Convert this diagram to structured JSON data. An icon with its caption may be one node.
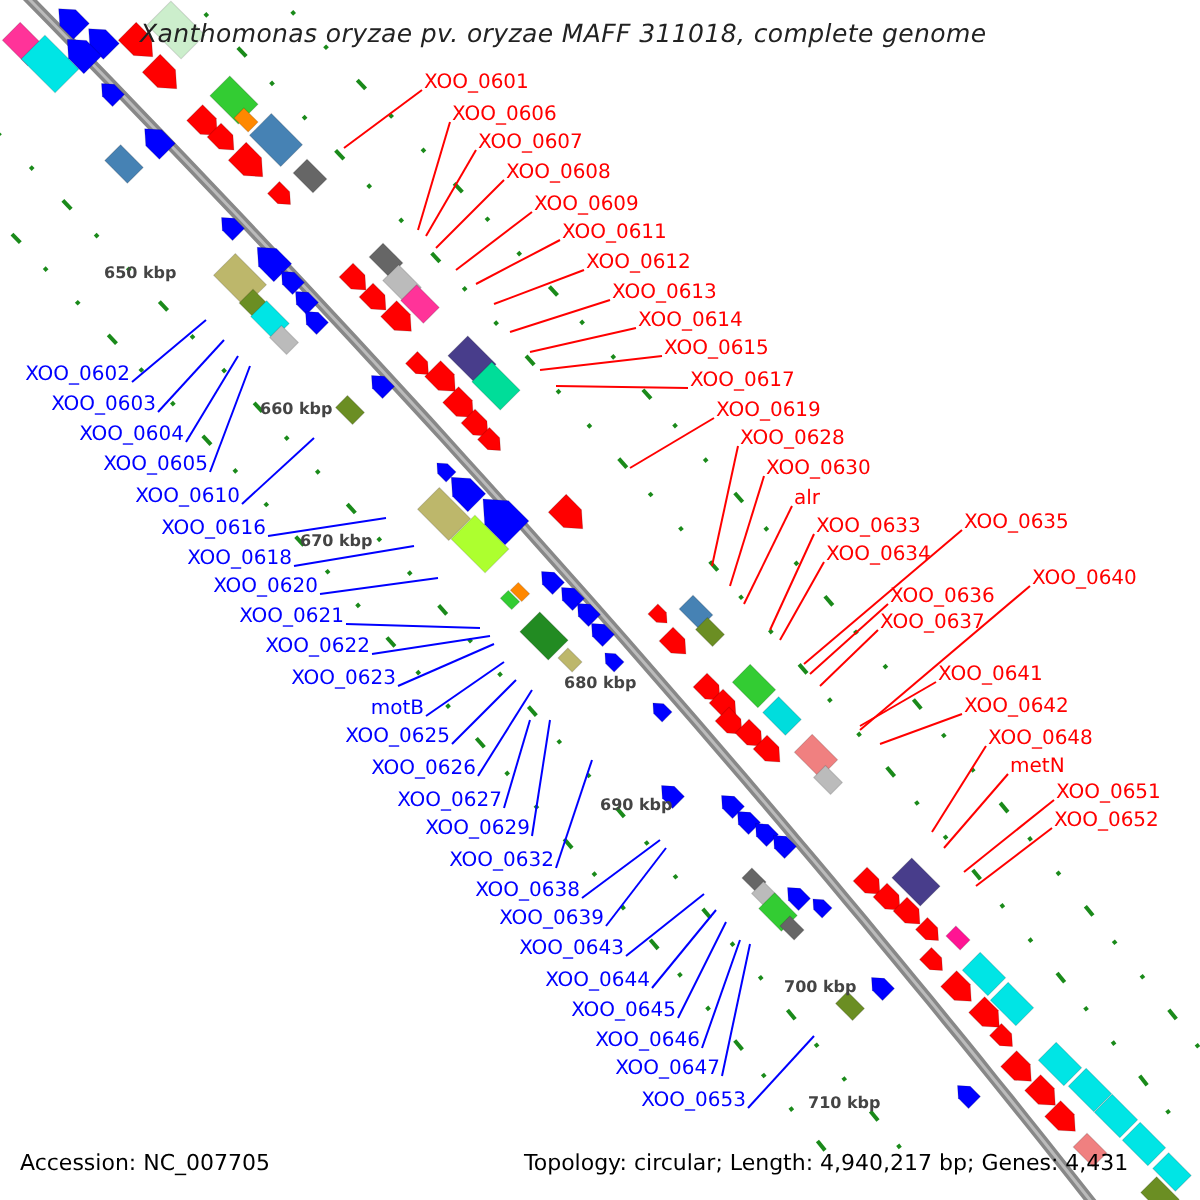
{
  "diagram": {
    "title": "Xanthomonas oryzae pv. oryzae MAFF 311018, complete genome",
    "nodes": [
      {
        "text": [
          "XOO_0601"
        ]
      },
      {
        "text": [
          "XOO_0606"
        ]
      },
      {
        "text": [
          "XOO_0607"
        ]
      },
      {
        "text": [
          "XOO_0608"
        ]
      },
      {
        "text": [
          "XOO_0609"
        ]
      },
      {
        "text": [
          "XOO_0611"
        ]
      },
      {
        "text": [
          "XOO_0612"
        ]
      },
      {
        "text": [
          "XOO_0613"
        ]
      },
      {
        "text": [
          "XOO_0614"
        ]
      },
      {
        "text": [
          "XOO_0615"
        ]
      },
      {
        "text": [
          "XOO_0617"
        ]
      },
      {
        "text": [
          "XOO_0619"
        ]
      },
      {
        "text": [
          "XOO_0628"
        ]
      },
      {
        "text": [
          "XOO_0630"
        ]
      },
      {
        "text": [
          "alr"
        ]
      },
      {
        "text": [
          "XOO_0633"
        ]
      },
      {
        "text": [
          "XOO_0634"
        ]
      },
      {
        "text": [
          "XOO_0635"
        ]
      },
      {
        "text": [
          "XOO_0636"
        ]
      },
      {
        "text": [
          "XOO_0637"
        ]
      },
      {
        "text": [
          "XOO_0640"
        ]
      },
      {
        "text": [
          "XOO_0641"
        ]
      },
      {
        "text": [
          "XOO_0642"
        ]
      },
      {
        "text": [
          "XOO_0648"
        ]
      },
      {
        "text": [
          "metN"
        ]
      },
      {
        "text": [
          "XOO_0651"
        ]
      },
      {
        "text": [
          "XOO_0652"
        ]
      },
      {
        "text": [
          "XOO_0602"
        ]
      },
      {
        "text": [
          "XOO_0603"
        ]
      },
      {
        "text": [
          "XOO_0604"
        ]
      },
      {
        "text": [
          "XOO_0605"
        ]
      },
      {
        "text": [
          "XOO_0610"
        ]
      },
      {
        "text": [
          "XOO_0616"
        ]
      },
      {
        "text": [
          "XOO_0618"
        ]
      },
      {
        "text": [
          "XOO_0620"
        ]
      },
      {
        "text": [
          "XOO_0621"
        ]
      },
      {
        "text": [
          "XOO_0622"
        ]
      },
      {
        "text": [
          "XOO_0623"
        ]
      },
      {
        "text": [
          "motB"
        ]
      },
      {
        "text": [
          "XOO_0625"
        ]
      },
      {
        "text": [
          "XOO_0626"
        ]
      },
      {
        "text": [
          "XOO_0627"
        ]
      },
      {
        "text": [
          "XOO_0629"
        ]
      },
      {
        "text": [
          "XOO_0632"
        ]
      },
      {
        "text": [
          "XOO_0638"
        ]
      },
      {
        "text": [
          "XOO_0639"
        ]
      },
      {
        "text": [
          "XOO_0643"
        ]
      },
      {
        "text": [
          "XOO_0644"
        ]
      },
      {
        "text": [
          "XOO_0645"
        ]
      },
      {
        "text": [
          "XOO_0646"
        ]
      },
      {
        "text": [
          "XOO_0647"
        ]
      },
      {
        "text": [
          "XOO_0653"
        ]
      }
    ],
    "edges": [
      {
        "from": 0,
        "to": null,
        "arrow": "none",
        "color": "#ff0000"
      },
      {
        "from": 1,
        "to": null,
        "arrow": "none",
        "color": "#ff0000"
      },
      {
        "from": 2,
        "to": null,
        "arrow": "none",
        "color": "#ff0000"
      },
      {
        "from": 3,
        "to": null,
        "arrow": "none",
        "color": "#ff0000"
      },
      {
        "from": 4,
        "to": null,
        "arrow": "none",
        "color": "#ff0000"
      },
      {
        "from": 5,
        "to": null,
        "arrow": "none",
        "color": "#ff0000"
      },
      {
        "from": 6,
        "to": null,
        "arrow": "none",
        "color": "#ff0000"
      },
      {
        "from": 7,
        "to": null,
        "arrow": "none",
        "color": "#ff0000"
      },
      {
        "from": 8,
        "to": null,
        "arrow": "none",
        "color": "#ff0000"
      },
      {
        "from": 9,
        "to": null,
        "arrow": "none",
        "color": "#ff0000"
      },
      {
        "from": 10,
        "to": null,
        "arrow": "none",
        "color": "#ff0000"
      },
      {
        "from": 11,
        "to": null,
        "arrow": "none",
        "color": "#ff0000"
      },
      {
        "from": 12,
        "to": null,
        "arrow": "none",
        "color": "#ff0000"
      },
      {
        "from": 13,
        "to": null,
        "arrow": "none",
        "color": "#ff0000"
      },
      {
        "from": 14,
        "to": null,
        "arrow": "none",
        "color": "#ff0000"
      },
      {
        "from": 15,
        "to": null,
        "arrow": "none",
        "color": "#ff0000"
      },
      {
        "from": 16,
        "to": null,
        "arrow": "none",
        "color": "#ff0000"
      },
      {
        "from": 17,
        "to": null,
        "arrow": "none",
        "color": "#ff0000"
      },
      {
        "from": 18,
        "to": null,
        "arrow": "none",
        "color": "#ff0000"
      },
      {
        "from": 19,
        "to": null,
        "arrow": "none",
        "color": "#ff0000"
      },
      {
        "from": 20,
        "to": null,
        "arrow": "none",
        "color": "#ff0000"
      },
      {
        "from": 21,
        "to": null,
        "arrow": "none",
        "color": "#ff0000"
      },
      {
        "from": 22,
        "to": null,
        "arrow": "none",
        "color": "#ff0000"
      },
      {
        "from": 23,
        "to": null,
        "arrow": "none",
        "color": "#ff0000"
      },
      {
        "from": 24,
        "to": null,
        "arrow": "none",
        "color": "#ff0000"
      },
      {
        "from": 25,
        "to": null,
        "arrow": "none",
        "color": "#ff0000"
      },
      {
        "from": 26,
        "to": null,
        "arrow": "none",
        "color": "#ff0000"
      },
      {
        "from": 27,
        "to": null,
        "arrow": "none",
        "color": "#0000ff"
      },
      {
        "from": 28,
        "to": null,
        "arrow": "none",
        "color": "#0000ff"
      },
      {
        "from": 29,
        "to": null,
        "arrow": "none",
        "color": "#0000ff"
      },
      {
        "from": 30,
        "to": null,
        "arrow": "none",
        "color": "#0000ff"
      },
      {
        "from": 31,
        "to": null,
        "arrow": "none",
        "color": "#0000ff"
      },
      {
        "from": 32,
        "to": null,
        "arrow": "none",
        "color": "#0000ff"
      },
      {
        "from": 33,
        "to": null,
        "arrow": "none",
        "color": "#0000ff"
      },
      {
        "from": 34,
        "to": null,
        "arrow": "none",
        "color": "#0000ff"
      },
      {
        "from": 35,
        "to": null,
        "arrow": "none",
        "color": "#0000ff"
      },
      {
        "from": 36,
        "to": null,
        "arrow": "none",
        "color": "#0000ff"
      },
      {
        "from": 37,
        "to": null,
        "arrow": "none",
        "color": "#0000ff"
      },
      {
        "from": 38,
        "to": null,
        "arrow": "none",
        "color": "#0000ff"
      },
      {
        "from": 39,
        "to": null,
        "arrow": "none",
        "color": "#0000ff"
      },
      {
        "from": 40,
        "to": null,
        "arrow": "none",
        "color": "#0000ff"
      },
      {
        "from": 41,
        "to": null,
        "arrow": "none",
        "color": "#0000ff"
      },
      {
        "from": 42,
        "to": null,
        "arrow": "none",
        "color": "#0000ff"
      },
      {
        "from": 43,
        "to": null,
        "arrow": "none",
        "color": "#0000ff"
      },
      {
        "from": 44,
        "to": null,
        "arrow": "none",
        "color": "#0000ff"
      },
      {
        "from": 45,
        "to": null,
        "arrow": "none",
        "color": "#0000ff"
      },
      {
        "from": 46,
        "to": null,
        "arrow": "none",
        "color": "#0000ff"
      },
      {
        "from": 47,
        "to": null,
        "arrow": "none",
        "color": "#0000ff"
      },
      {
        "from": 48,
        "to": null,
        "arrow": "none",
        "color": "#0000ff"
      },
      {
        "from": 49,
        "to": null,
        "arrow": "none",
        "color": "#0000ff"
      },
      {
        "from": 50,
        "to": null,
        "arrow": "none",
        "color": "#0000ff"
      },
      {
        "from": 51,
        "to": null,
        "arrow": "none",
        "color": "#0000ff"
      }
    ],
    "labels": [
      "650 kbp",
      "660 kbp",
      "670 kbp",
      "680 kbp",
      "690 kbp",
      "700 kbp",
      "710 kbp",
      "Accession: NC_007705",
      "Topology: circular; Length: 4,940,217 bp; Genes: 4,431"
    ]
  }
}
